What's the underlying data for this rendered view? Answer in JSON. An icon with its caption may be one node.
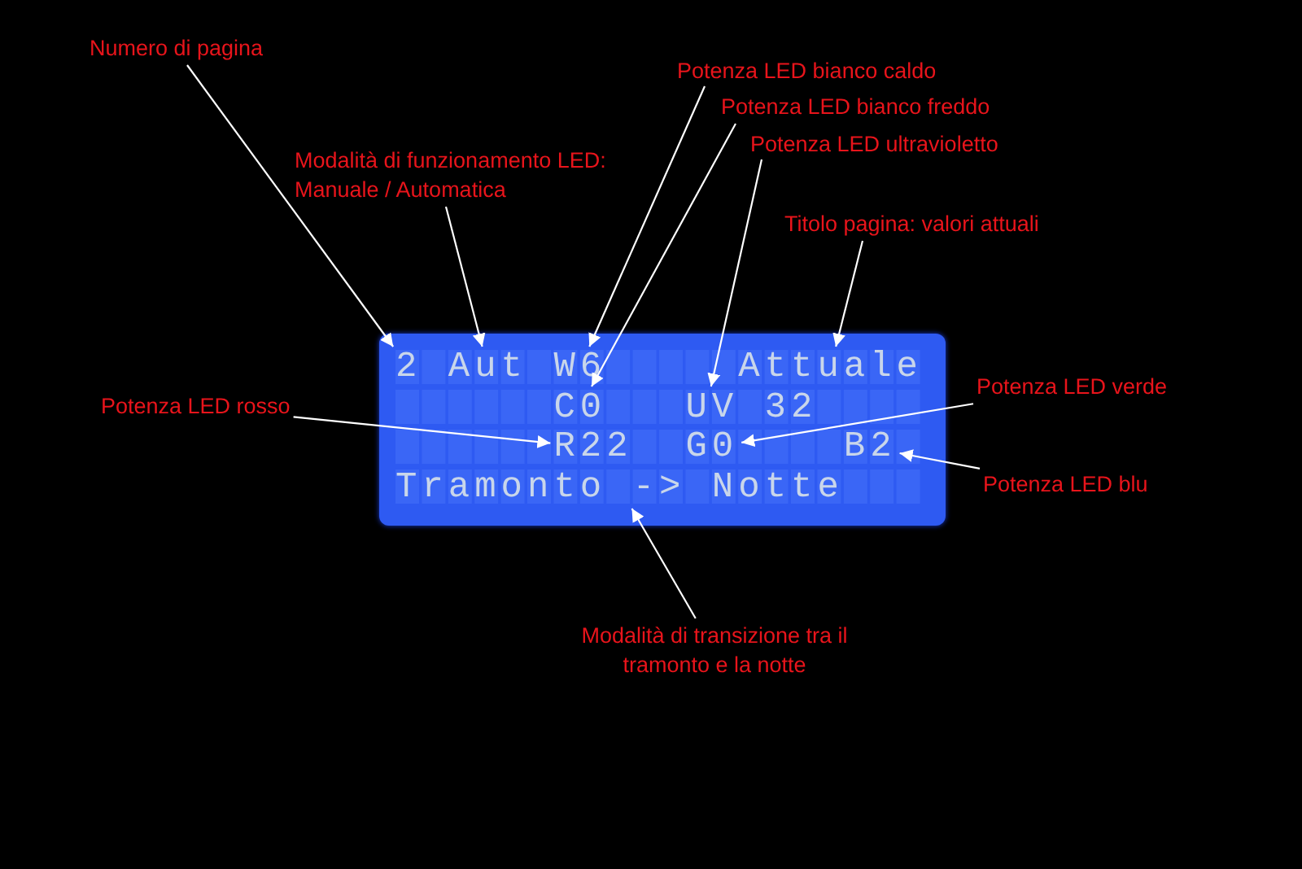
{
  "diagram": {
    "nodes": [
      {
        "text": [
          "Numero di pagina"
        ]
      },
      {
        "text": [
          "Potenza LED bianco caldo"
        ]
      },
      {
        "text": [
          "Potenza LED bianco freddo"
        ]
      },
      {
        "text": [
          "Potenza LED ultravioletto"
        ]
      },
      {
        "text": [
          "Modalità di funzionamento LED: Manuale / Automatica"
        ]
      },
      {
        "text": [
          "Titolo pagina: valori attuali"
        ]
      },
      {
        "text": [],
        "shape": "box"
      },
      {
        "text": [
          "2"
        ],
        "in": 6
      },
      {
        "text": [
          "Aut"
        ],
        "in": 6
      },
      {
        "text": [
          "W6"
        ],
        "in": 6
      },
      {
        "text": [
          "Attuale"
        ],
        "in": 6
      },
      {
        "text": [
          "C0"
        ],
        "in": 6
      },
      {
        "text": [
          "UV 32"
        ],
        "in": 6
      },
      {
        "text": [
          "R22"
        ],
        "in": 6
      },
      {
        "text": [
          "G0"
        ],
        "in": 6
      },
      {
        "text": [
          "B2"
        ],
        "in": 6
      },
      {
        "text": [
          "Tramonto -> Notte"
        ],
        "in": 6
      },
      {
        "text": [
          "Potenza LED verde"
        ]
      },
      {
        "text": [
          "Potenza LED rosso"
        ]
      },
      {
        "text": [
          "Potenza LED blu"
        ]
      },
      {
        "text": [
          "Modalità di transizione tra il tramonto e la notte"
        ]
      }
    ],
    "edges": [
      {
        "from": 0,
        "to": 7,
        "arrow": "to"
      },
      {
        "from": 4,
        "to": 8,
        "arrow": "to"
      },
      {
        "from": 1,
        "to": 9,
        "arrow": "to"
      },
      {
        "from": 2,
        "to": 11,
        "arrow": "to"
      },
      {
        "from": 3,
        "to": 12,
        "arrow": "to"
      },
      {
        "from": 5,
        "to": 10,
        "arrow": "to"
      },
      {
        "from": 17,
        "to": 14,
        "arrow": "to"
      },
      {
        "from": 18,
        "to": 13,
        "arrow": "to"
      },
      {
        "from": 19,
        "to": 15,
        "arrow": "to"
      },
      {
        "from": 20,
        "to": 16,
        "arrow": "to"
      }
    ]
  }
}
